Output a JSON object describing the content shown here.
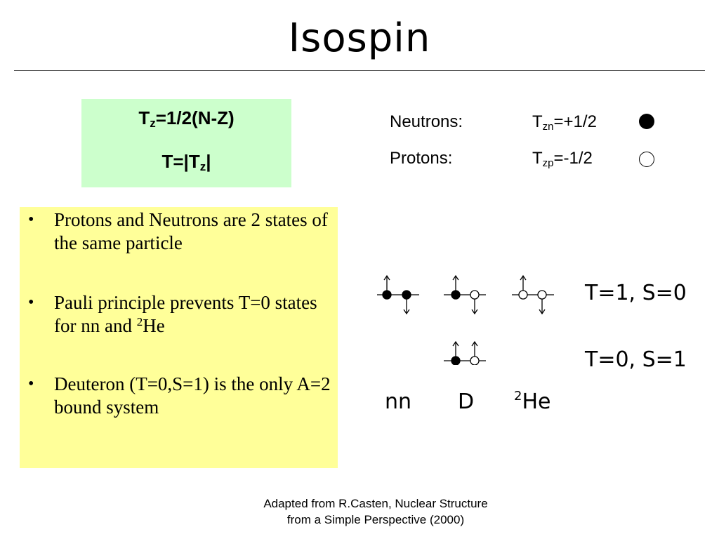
{
  "title": "Isospin",
  "formula": {
    "line1": {
      "t": "T",
      "sub": "z",
      "rest": "=1/2(N-Z)"
    },
    "line2": {
      "t": "T=|T",
      "sub": "z",
      "rest": "|"
    }
  },
  "legend": {
    "neutrons": {
      "name": "Neutrons:",
      "t": "T",
      "sub": "zn",
      "value": "=+1/2"
    },
    "protons": {
      "name": "Protons:",
      "t": "T",
      "sub": "zp",
      "value": "=-1/2"
    }
  },
  "bullets": {
    "b1": "Protons and Neutrons are 2 states of the same particle",
    "b2_pre": "Pauli principle prevents T=0 states for nn and ",
    "b2_sup": "2",
    "b2_post": "He",
    "b3": "Deuteron (T=0,S=1) is the only A=2 bound system",
    "dot": "•"
  },
  "diagram": {
    "row1_label": "T=1, S=0",
    "row2_label": "T=0, S=1",
    "nn": "nn",
    "d": "D",
    "he_sup": "2",
    "he": "He"
  },
  "credit": {
    "line1": "Adapted from R.Casten, Nuclear Structure",
    "line2": "from a Simple Perspective (2000)"
  },
  "colors": {
    "formula_bg": "#ccffcc",
    "bullet_bg": "#ffff99"
  }
}
